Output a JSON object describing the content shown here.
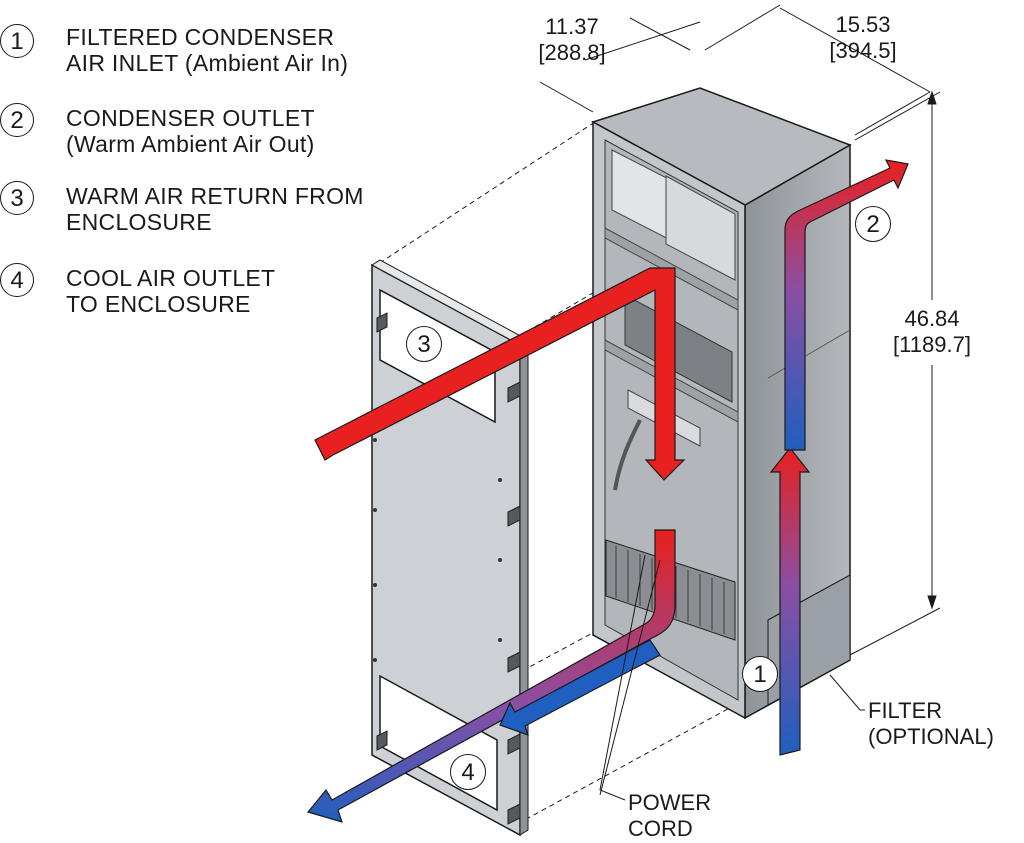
{
  "legend": [
    {
      "number": "1",
      "line1": "FILTERED CONDENSER",
      "line2": "AIR INLET (Ambient Air In)"
    },
    {
      "number": "2",
      "line1": "CONDENSER OUTLET",
      "line2": "(Warm Ambient Air Out)"
    },
    {
      "number": "3",
      "line1": "WARM AIR RETURN FROM",
      "line2": "ENCLOSURE"
    },
    {
      "number": "4",
      "line1": "COOL AIR OUTLET",
      "line2": "TO ENCLOSURE"
    }
  ],
  "dimensions": {
    "depth": {
      "inches": "11.37",
      "mm": "[288.8]"
    },
    "width": {
      "inches": "15.53",
      "mm": "[394.5]"
    },
    "height": {
      "inches": "46.84",
      "mm": "[1189.7]"
    }
  },
  "labels": {
    "filter_line1": "FILTER",
    "filter_line2": "(OPTIONAL)",
    "power_line1": "POWER",
    "power_line2": "CORD"
  },
  "colors": {
    "warm_air": "#e8201f",
    "cool_air": "#1f5fbf",
    "cabinet": "#a9adb1",
    "panel": "#cdd0d4"
  }
}
